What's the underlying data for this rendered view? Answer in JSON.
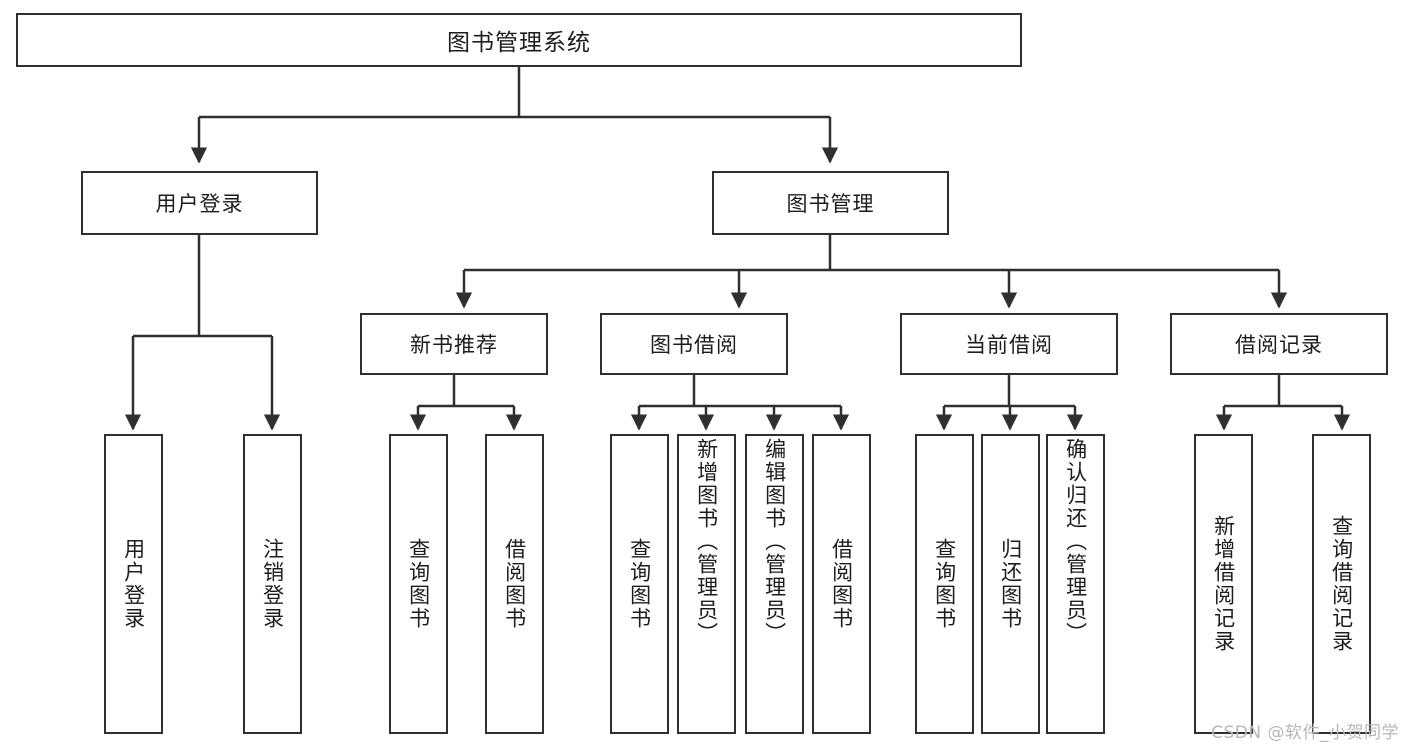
{
  "diagram": {
    "title": "图书管理系统",
    "watermark": "CSDN @软件_小贺同学",
    "line_color": "#2f2f2f",
    "box_fill": "#ffffff",
    "text_color": "#1d1d1d",
    "watermark_color": "#b7b7b7",
    "root": {
      "label": "图书管理系统"
    },
    "level1": [
      {
        "label": "用户登录"
      },
      {
        "label": "图书管理"
      }
    ],
    "level2": [
      {
        "label": "新书推荐"
      },
      {
        "label": "图书借阅"
      },
      {
        "label": "当前借阅"
      },
      {
        "label": "借阅记录"
      }
    ],
    "leaves": {
      "user_login": [
        {
          "label": "用户登录"
        },
        {
          "label": "注销登录"
        }
      ],
      "new_book_recommend": [
        {
          "label": "查询图书"
        },
        {
          "label": "借阅图书"
        }
      ],
      "book_borrow": [
        {
          "label": "查询图书"
        },
        {
          "label": "新增图书（管理员）"
        },
        {
          "label": "编辑图书（管理员）"
        },
        {
          "label": "借阅图书"
        }
      ],
      "current_borrow": [
        {
          "label": "查询图书"
        },
        {
          "label": "归还图书"
        },
        {
          "label": "确认归还（管理员）"
        }
      ],
      "borrow_record": [
        {
          "label": "新增借阅记录"
        },
        {
          "label": "查询借阅记录"
        }
      ]
    }
  }
}
